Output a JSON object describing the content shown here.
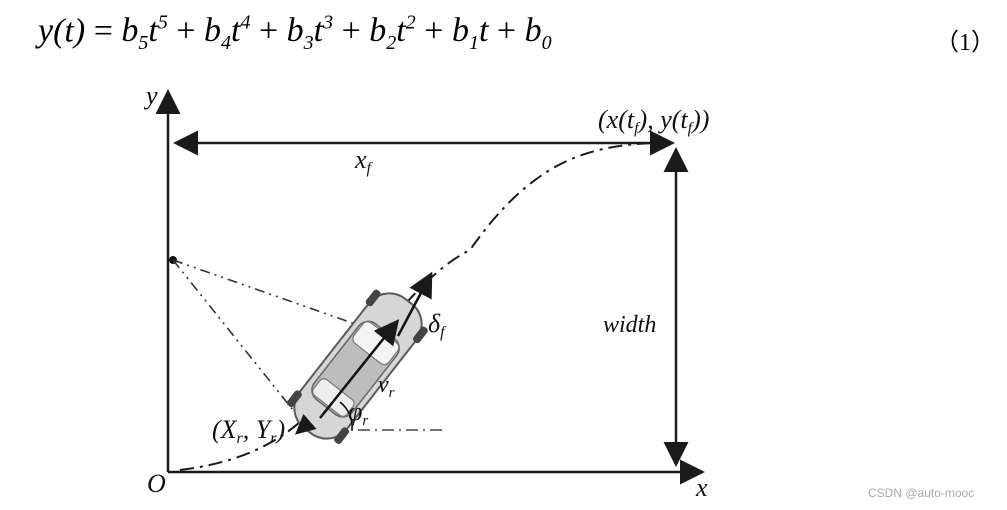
{
  "equation": {
    "y_of_t": "y(t)",
    "equals": "=",
    "terms": [
      {
        "coef": "b",
        "sub": "5",
        "var": "t",
        "exp": "5"
      },
      {
        "coef": "b",
        "sub": "4",
        "var": "t",
        "exp": "4"
      },
      {
        "coef": "b",
        "sub": "3",
        "var": "t",
        "exp": "3"
      },
      {
        "coef": "b",
        "sub": "2",
        "var": "t",
        "exp": "2"
      },
      {
        "coef": "b",
        "sub": "1",
        "var": "t",
        "exp": ""
      },
      {
        "coef": "b",
        "sub": "0",
        "var": "",
        "exp": ""
      }
    ],
    "plus": "+",
    "number": "（1）"
  },
  "diagram": {
    "axis_y": "y",
    "axis_x": "x",
    "origin": "O",
    "xf": "x",
    "xf_sub": "f",
    "end_point": "(x(t",
    "end_point_sub1": "f",
    "end_point_mid": "), y(t",
    "end_point_sub2": "f",
    "end_point_tail": "))",
    "width": "width",
    "delta": "δ",
    "delta_sub": "f",
    "v": "v",
    "v_sub": "r",
    "phi": "φ",
    "phi_sub": "r",
    "rear_point": "(X",
    "rear_sub1": "r",
    "rear_mid": ", Y",
    "rear_sub2": "r",
    "rear_tail": ")",
    "colors": {
      "line": "#1a1a1a",
      "car_body": "#cfcfcf",
      "car_outline": "#5a5a5a"
    }
  },
  "watermark": "CSDN @auto-mooc"
}
